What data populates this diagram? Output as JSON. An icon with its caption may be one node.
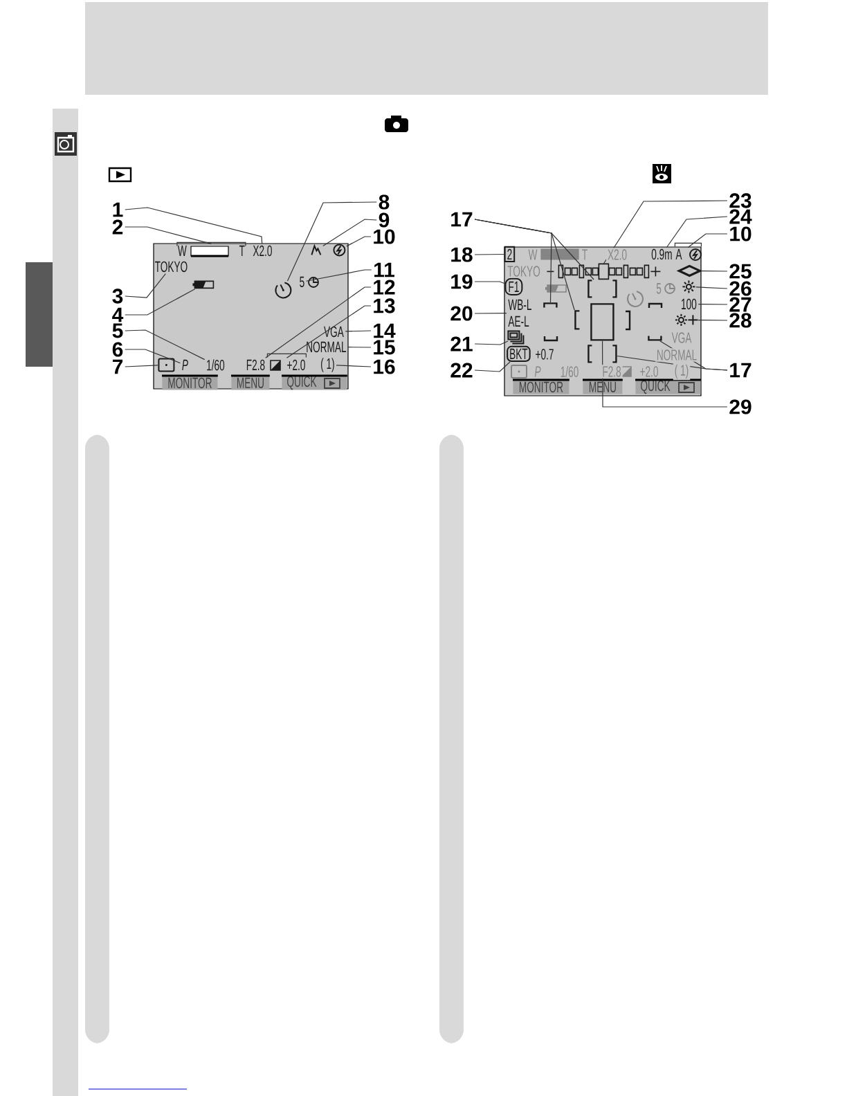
{
  "diagram": {
    "nodes": [
      {
        "text": [],
        "shape": "box"
      },
      {
        "text": [
          "1"
        ]
      },
      {
        "text": [
          "2"
        ]
      },
      {
        "text": [
          "3"
        ]
      },
      {
        "text": [
          "4"
        ]
      },
      {
        "text": [
          "5"
        ]
      },
      {
        "text": [
          "6"
        ]
      },
      {
        "text": [
          "7"
        ]
      },
      {
        "text": [
          "8"
        ]
      },
      {
        "text": [
          "9"
        ]
      },
      {
        "text": [
          "10"
        ]
      },
      {
        "text": [
          "11"
        ]
      },
      {
        "text": [
          "12"
        ]
      },
      {
        "text": [
          "13"
        ]
      },
      {
        "text": [
          "14"
        ]
      },
      {
        "text": [
          "15"
        ]
      },
      {
        "text": [
          "16"
        ]
      },
      {
        "text": [
          "W",
          "T"
        ],
        "in": 0
      },
      {
        "text": [
          "X2.0"
        ],
        "in": 0
      },
      {
        "text": [
          "TOKYO"
        ],
        "in": 0
      },
      {
        "text": [],
        "shape": "battery",
        "in": 0
      },
      {
        "text": [
          "1/60"
        ],
        "in": 0
      },
      {
        "text": [
          "P"
        ],
        "in": 0
      },
      {
        "text": [],
        "shape": "icon",
        "in": 0
      },
      {
        "text": [],
        "shape": "icon",
        "in": 0
      },
      {
        "text": [],
        "shape": "icon",
        "in": 0
      },
      {
        "text": [],
        "shape": "icon",
        "in": 0
      },
      {
        "text": [
          "5"
        ],
        "in": 0
      },
      {
        "text": [
          "F2.8"
        ],
        "in": 0
      },
      {
        "text": [
          "+2.0"
        ],
        "in": 0
      },
      {
        "text": [
          "VGA"
        ],
        "in": 0
      },
      {
        "text": [
          "NORMAL"
        ],
        "in": 0
      },
      {
        "text": [
          "( 1)"
        ],
        "in": 0
      },
      {
        "text": [
          "MONITOR"
        ],
        "in": 0
      },
      {
        "text": [
          "MENU"
        ],
        "in": 0
      },
      {
        "text": [
          "QUICK"
        ],
        "in": 0
      },
      {
        "text": [],
        "shape": "box"
      },
      {
        "text": [
          "17"
        ]
      },
      {
        "text": [
          "18"
        ]
      },
      {
        "text": [
          "19"
        ]
      },
      {
        "text": [
          "20"
        ]
      },
      {
        "text": [
          "21"
        ]
      },
      {
        "text": [
          "22"
        ]
      },
      {
        "text": [
          "23"
        ]
      },
      {
        "text": [
          "24"
        ]
      },
      {
        "text": [
          "10"
        ]
      },
      {
        "text": [
          "25"
        ]
      },
      {
        "text": [
          "26"
        ]
      },
      {
        "text": [
          "27"
        ]
      },
      {
        "text": [
          "28"
        ]
      },
      {
        "text": [
          "17"
        ]
      },
      {
        "text": [
          "29"
        ]
      },
      {
        "text": [
          "2"
        ],
        "in": 36
      },
      {
        "text": [
          "F1"
        ],
        "in": 36
      },
      {
        "text": [
          "WB-L",
          "AE-L"
        ],
        "in": 36
      },
      {
        "text": [],
        "shape": "icon",
        "in": 36
      },
      {
        "text": [
          "BKT"
        ],
        "in": 36
      },
      {
        "text": [],
        "shape": "bar",
        "in": 36
      },
      {
        "text": [
          "0.9m"
        ],
        "in": 36
      },
      {
        "text": [
          "A"
        ],
        "in": 36
      },
      {
        "text": [],
        "shape": "diamond",
        "in": 36
      },
      {
        "text": [],
        "shape": "icon",
        "in": 36
      },
      {
        "text": [
          "100"
        ],
        "in": 36
      },
      {
        "text": [],
        "shape": "icon",
        "in": 36
      },
      {
        "text": [],
        "shape": "bracket",
        "in": 36
      },
      {
        "text": [],
        "shape": "bracket",
        "in": 36
      },
      {
        "text": [],
        "shape": "bracket",
        "in": 36
      },
      {
        "text": [],
        "shape": "bracket",
        "in": 36
      },
      {
        "text": [],
        "shape": "bracket",
        "in": 36
      },
      {
        "text": [],
        "shape": "box",
        "in": 36
      },
      {
        "text": [
          "MONITOR"
        ],
        "in": 36
      },
      {
        "text": [
          "MENU"
        ],
        "in": 36
      },
      {
        "text": [
          "QUICK"
        ],
        "in": 36
      }
    ],
    "edges": [
      {
        "from": 1,
        "to": 18,
        "arrow": "none"
      },
      {
        "from": 2,
        "to": 17,
        "arrow": "none"
      },
      {
        "from": 3,
        "to": 19,
        "arrow": "none"
      },
      {
        "from": 4,
        "to": 20,
        "arrow": "none"
      },
      {
        "from": 5,
        "to": 21,
        "arrow": "none"
      },
      {
        "from": 6,
        "to": 22,
        "arrow": "none"
      },
      {
        "from": 7,
        "to": 23,
        "arrow": "none"
      },
      {
        "from": 8,
        "to": 24,
        "arrow": "none"
      },
      {
        "from": 9,
        "to": 25,
        "arrow": "none"
      },
      {
        "from": 10,
        "to": 26,
        "arrow": "none"
      },
      {
        "from": 11,
        "to": 27,
        "arrow": "none"
      },
      {
        "from": 12,
        "to": 28,
        "arrow": "none"
      },
      {
        "from": 13,
        "to": 29,
        "arrow": "none"
      },
      {
        "from": 14,
        "to": 30,
        "arrow": "none"
      },
      {
        "from": 15,
        "to": 31,
        "arrow": "none"
      },
      {
        "from": 16,
        "to": 32,
        "arrow": "none"
      },
      {
        "from": 37,
        "to": 64,
        "arrow": "none"
      },
      {
        "from": 37,
        "to": 65,
        "arrow": "none"
      },
      {
        "from": 37,
        "to": 66,
        "arrow": "none"
      },
      {
        "from": 38,
        "to": 52,
        "arrow": "none"
      },
      {
        "from": 39,
        "to": 53,
        "arrow": "none"
      },
      {
        "from": 40,
        "to": 54,
        "arrow": "none"
      },
      {
        "from": 41,
        "to": 55,
        "arrow": "none"
      },
      {
        "from": 42,
        "to": 56,
        "arrow": "none"
      },
      {
        "from": 43,
        "to": 57,
        "arrow": "none"
      },
      {
        "from": 44,
        "to": 58,
        "arrow": "none"
      },
      {
        "from": 45,
        "to": 59,
        "arrow": "none"
      },
      {
        "from": 46,
        "to": 60,
        "arrow": "none"
      },
      {
        "from": 47,
        "to": 61,
        "arrow": "none"
      },
      {
        "from": 48,
        "to": 62,
        "arrow": "none"
      },
      {
        "from": 49,
        "to": 63,
        "arrow": "none"
      },
      {
        "from": 50,
        "to": 67,
        "arrow": "none"
      },
      {
        "from": 50,
        "to": 68,
        "arrow": "none"
      },
      {
        "from": 51,
        "to": 69,
        "arrow": "none"
      }
    ],
    "labels": [
      "W",
      "T",
      "X2.0",
      "TOKYO",
      "5",
      "VGA",
      "+0.7",
      "NORMAL",
      "P",
      "1/60",
      "F2.8",
      "+2.0",
      "( 1)"
    ]
  }
}
